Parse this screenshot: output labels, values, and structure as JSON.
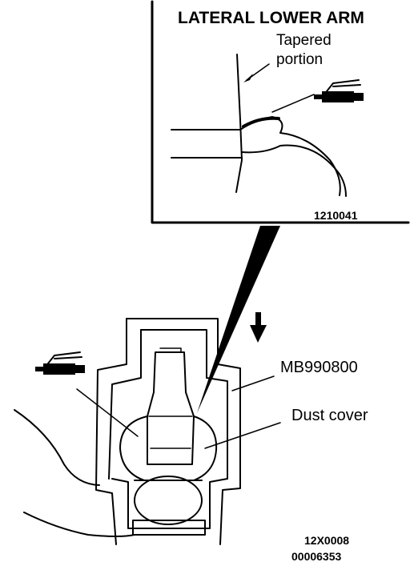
{
  "inset": {
    "title": "LATERAL LOWER ARM",
    "callout_line1": "Tapered",
    "callout_line2": "portion",
    "figure_code": "1210041"
  },
  "main": {
    "tool_label": "MB990800",
    "cover_label": "Dust cover",
    "figure_code_1": "12X0008",
    "figure_code_2": "00006353"
  },
  "icons": [
    "grease-gun-icon",
    "grease-gun-icon",
    "down-arrow-icon"
  ]
}
